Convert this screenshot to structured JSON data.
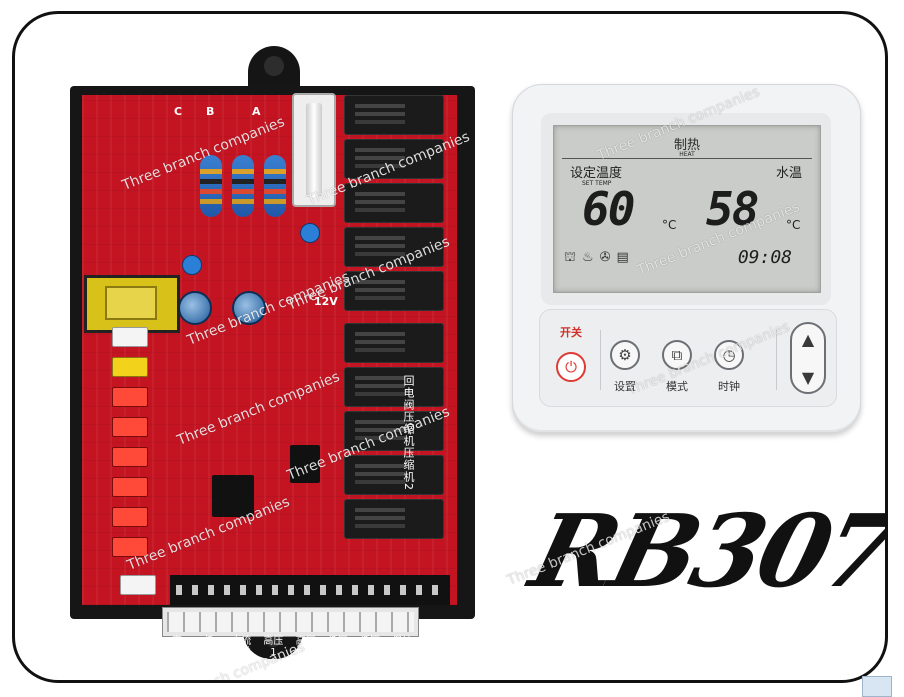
{
  "product": {
    "model": "RB307"
  },
  "board": {
    "terminal_labels": [
      "高\n水位",
      "低\n水位",
      "水流\n开关",
      "高压\n1",
      "高压\n2",
      "低压\n1",
      "低压\n2",
      "保护\n开关"
    ],
    "side_label": "回电阀压缩机压缩机2",
    "silk_c": "C",
    "silk_b": "B",
    "silk_a": "A",
    "silk_12v": "12V"
  },
  "thermostat": {
    "mode": "制热",
    "mode_sub": "HEAT",
    "set_temp_label": "设定温度",
    "set_temp_sub": "SET TEMP",
    "water_temp_label": "水温",
    "set_temp_value": "60",
    "water_temp_value": "58",
    "unit": "°C",
    "clock": "09:08",
    "buttons": {
      "power": "开关",
      "settings": "设置",
      "mode": "模式",
      "clock": "时钟"
    }
  },
  "watermark": "Three branch companies",
  "colors": {
    "board": "#c41422",
    "accent_red": "#e03a34"
  }
}
